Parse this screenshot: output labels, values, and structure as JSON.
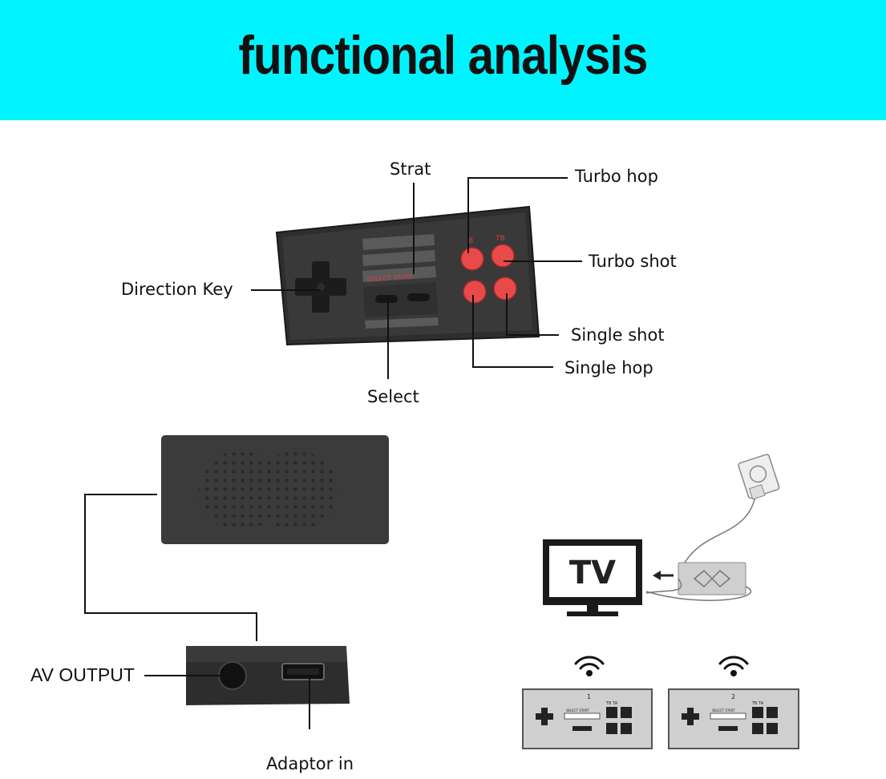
{
  "title": "functional analysis",
  "labels": {
    "strat": "Strat",
    "turbo_hop": "Turbo hop",
    "turbo_shot": "Turbo shot",
    "direction_key": "Direction Key",
    "single_shot": "Single shot",
    "single_hop": "Single hop",
    "select": "Select",
    "av_output": "AV OUTPUT",
    "adaptor_in": "Adaptor in"
  },
  "controller": {
    "center_text": "SELECT START",
    "btn_b": "B",
    "btn_tb": "TB",
    "button_color": "#e84a4a",
    "body_color": "#2f2f2f"
  },
  "tv_text": "TV",
  "pads": {
    "pad1": "1",
    "pad2": "2",
    "small_top_labels": "TB TA",
    "small_center": "SELECT START"
  },
  "colors": {
    "banner": "#00f4ff"
  }
}
